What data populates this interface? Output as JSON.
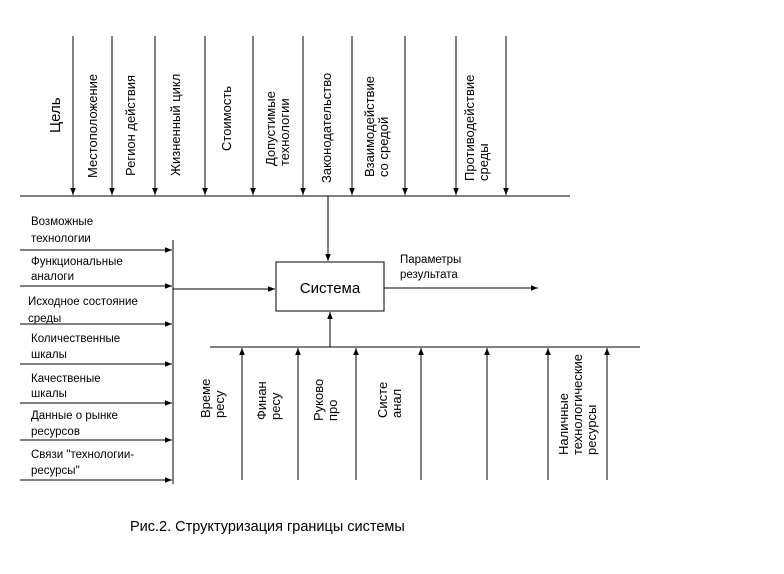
{
  "top_inputs": [
    {
      "lines": [
        "Цель"
      ]
    },
    {
      "lines": [
        "Местоположение"
      ]
    },
    {
      "lines": [
        "Регион действия"
      ]
    },
    {
      "lines": [
        "Жизненный цикл"
      ]
    },
    {
      "lines": [
        "Стоимость"
      ]
    },
    {
      "lines": [
        "Допустимые",
        "технологии"
      ]
    },
    {
      "lines": [
        "Законодательство"
      ]
    },
    {
      "lines": [
        "Взаимодействие",
        "со средой"
      ]
    },
    {
      "lines": [
        "Противодействие",
        "среды"
      ]
    }
  ],
  "left_inputs": [
    {
      "lines": [
        "Возможные",
        "технологии"
      ]
    },
    {
      "lines": [
        "Функциональные",
        "аналоги"
      ]
    },
    {
      "lines": [
        "Исходное состояние",
        "среды"
      ]
    },
    {
      "lines": [
        "Количественные",
        "шкалы"
      ]
    },
    {
      "lines": [
        "Качественые",
        "шкалы"
      ]
    },
    {
      "lines": [
        "Данные о рынке",
        "ресурсов"
      ]
    },
    {
      "lines": [
        "Связи \"технологии-",
        "ресурсы\""
      ]
    }
  ],
  "bottom_inputs": [
    {
      "lines": [
        "Време",
        "ресу"
      ]
    },
    {
      "lines": [
        "Финан",
        "ресу"
      ]
    },
    {
      "lines": [
        "Руково",
        "про"
      ]
    },
    {
      "lines": [
        "Систе",
        "анал"
      ]
    },
    {
      "lines": [
        "Наличные",
        "технологические",
        "ресурсы"
      ]
    }
  ],
  "system_box": {
    "label": "Система"
  },
  "output": {
    "lines": [
      "Параметры",
      "результата"
    ]
  },
  "caption": "Рис.2. Структуризация границы системы"
}
